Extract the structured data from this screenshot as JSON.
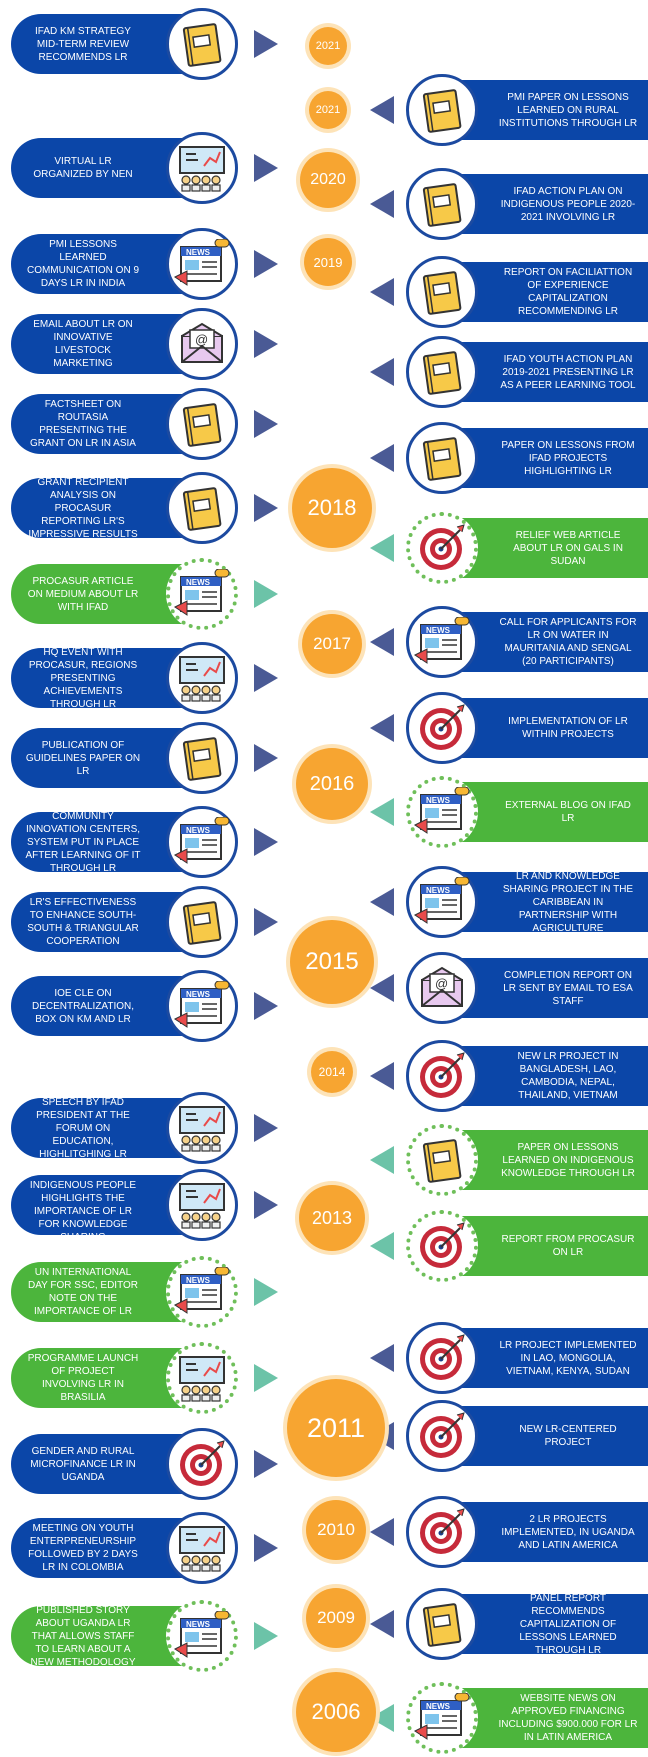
{
  "colors": {
    "blue": "#0b46a8",
    "green": "#4cb53c",
    "orange": "#f7a531",
    "arrow": "#4a5a95",
    "arrow_green": "#6cc3a8"
  },
  "years": [
    "2021",
    "2021",
    "2020",
    "2019",
    "2018",
    "2017",
    "2016",
    "2015",
    "2014",
    "2013",
    "2011",
    "2010",
    "2009",
    "2006"
  ],
  "left_items": [
    {
      "text": "IFAD KM STRATEGY MID-TERM REVIEW RECOMMENDS LR",
      "color": "blue",
      "icon": "notebook-icon"
    },
    {
      "text": "VIRTUAL LR ORGANIZED BY NEN",
      "color": "blue",
      "icon": "presentation-icon"
    },
    {
      "text": "PMI LESSONS LEARNED COMMUNICATION ON 9 DAYS LR IN INDIA",
      "color": "blue",
      "icon": "news-icon"
    },
    {
      "text": "EMAIL ABOUT LR ON INNOVATIVE LIVESTOCK MARKETING",
      "color": "blue",
      "icon": "email-icon"
    },
    {
      "text": "FACTSHEET ON ROUTASIA PRESENTING THE GRANT ON LR IN ASIA",
      "color": "blue",
      "icon": "notebook-icon"
    },
    {
      "text": "GRANT RECIPIENT ANALYSIS ON PROCASUR REPORTING LR'S IMPRESSIVE RESULTS",
      "color": "blue",
      "icon": "notebook-icon"
    },
    {
      "text": "PROCASUR ARTICLE ON MEDIUM ABOUT LR WITH IFAD",
      "color": "green",
      "icon": "news-icon"
    },
    {
      "text": "HQ EVENT WITH PROCASUR, REGIONS PRESENTING ACHIEVEMENTS THROUGH LR",
      "color": "blue",
      "icon": "presentation-icon"
    },
    {
      "text": "PUBLICATION OF GUIDELINES PAPER ON LR",
      "color": "blue",
      "icon": "notebook-icon"
    },
    {
      "text": "COMMUNITY INNOVATION CENTERS, SYSTEM PUT IN PLACE AFTER LEARNING OF IT THROUGH LR",
      "color": "blue",
      "icon": "news-icon"
    },
    {
      "text": "LR'S EFFECTIVENESS TO ENHANCE SOUTH-SOUTH & TRIANGULAR COOPERATION",
      "color": "blue",
      "icon": "notebook-icon"
    },
    {
      "text": "IOE CLE ON DECENTRALIZATION, BOX ON KM AND LR",
      "color": "blue",
      "icon": "news-icon"
    },
    {
      "text": "SPEECH BY IFAD PRESIDENT AT THE FORUM ON EDUCATION, HIGHLITGHING LR",
      "color": "blue",
      "icon": "presentation-icon"
    },
    {
      "text": "EVENT ON INDIGENOUS PEOPLE HIGHLIGHTS THE IMPORTANCE OF LR FOR KNOWLEDGE SHARING",
      "color": "blue",
      "icon": "presentation-icon"
    },
    {
      "text": "UN INTERNATIONAL DAY FOR SSC, EDITOR NOTE ON THE IMPORTANCE OF LR",
      "color": "green",
      "icon": "news-icon"
    },
    {
      "text": "PROGRAMME LAUNCH OF PROJECT INVOLVING LR IN BRASILIA",
      "color": "green",
      "icon": "presentation-icon"
    },
    {
      "text": "GENDER AND RURAL MICROFINANCE LR IN UGANDA",
      "color": "blue",
      "icon": "target-icon"
    },
    {
      "text": "MEETING ON YOUTH ENTERPRENEURSHIP FOLLOWED BY 2 DAYS LR IN COLOMBIA",
      "color": "blue",
      "icon": "presentation-icon"
    },
    {
      "text": "PUBLISHED STORY ABOUT UGANDA LR THAT ALLOWS STAFF TO LEARN ABOUT A NEW METHODOLOGY",
      "color": "green",
      "icon": "news-icon"
    }
  ],
  "right_items": [
    {
      "text": "PMI PAPER ON LESSONS LEARNED ON RURAL INSTITUTIONS THROUGH LR",
      "color": "blue",
      "icon": "notebook-icon"
    },
    {
      "text": "IFAD ACTION PLAN ON INDIGENOUS PEOPLE 2020-2021 INVOLVING LR",
      "color": "blue",
      "icon": "notebook-icon"
    },
    {
      "text": "REPORT ON FACILIATTION OF EXPERIENCE CAPITALIZATION RECOMMENDING LR",
      "color": "blue",
      "icon": "notebook-icon"
    },
    {
      "text": "IFAD YOUTH ACTION PLAN 2019-2021 PRESENTING LR AS A PEER LEARNING TOOL",
      "color": "blue",
      "icon": "notebook-icon"
    },
    {
      "text": "PAPER ON LESSONS FROM IFAD PROJECTS HIGHLIGHTING LR",
      "color": "blue",
      "icon": "notebook-icon"
    },
    {
      "text": "RELIEF WEB ARTICLE ABOUT LR ON GALS IN SUDAN",
      "color": "green",
      "icon": "target-icon"
    },
    {
      "text": "CALL FOR APPLICANTS FOR LR ON WATER IN MAURITANIA AND SENGAL (20 PARTICIPANTS)",
      "color": "blue",
      "icon": "news-icon"
    },
    {
      "text": "IMPLEMENTATION OF LR WITHIN PROJECTS",
      "color": "blue",
      "icon": "target-icon"
    },
    {
      "text": "EXTERNAL BLOG ON IFAD LR",
      "color": "green",
      "icon": "news-icon"
    },
    {
      "text": "LR AND KNOWLEDGE SHARING PROJECT IN THE CARIBBEAN IN PARTNERSHIP WITH AGRICULTURE",
      "color": "blue",
      "icon": "news-icon"
    },
    {
      "text": "COMPLETION REPORT ON LR SENT BY EMAIL TO ESA STAFF",
      "color": "blue",
      "icon": "email-icon"
    },
    {
      "text": "NEW LR PROJECT IN BANGLADESH, LAO, CAMBODIA, NEPAL, THAILAND, VIETNAM",
      "color": "blue",
      "icon": "target-icon"
    },
    {
      "text": "PAPER ON LESSONS LEARNED ON INDIGENOUS KNOWLEDGE THROUGH LR",
      "color": "green",
      "icon": "notebook-icon"
    },
    {
      "text": "REPORT FROM PROCASUR ON LR",
      "color": "green",
      "icon": "target-icon"
    },
    {
      "text": "LR PROJECT IMPLEMENTED IN LAO, MONGOLIA, VIETNAM, KENYA, SUDAN",
      "color": "blue",
      "icon": "target-icon"
    },
    {
      "text": "NEW LR-CENTERED PROJECT",
      "color": "blue",
      "icon": "target-icon"
    },
    {
      "text": "2 LR PROJECTS IMPLEMENTED, IN UGANDA AND LATIN AMERICA",
      "color": "blue",
      "icon": "target-icon"
    },
    {
      "text": "PANEL REPORT RECOMMENDS CAPITALIZATION OF LESSONS LEARNED THROUGH LR",
      "color": "blue",
      "icon": "notebook-icon"
    },
    {
      "text": "WEBSITE NEWS ON APPROVED FINANCING INCLUDING $900.000 FOR LR IN LATIN AMERICA",
      "color": "green",
      "icon": "news-icon"
    }
  ]
}
